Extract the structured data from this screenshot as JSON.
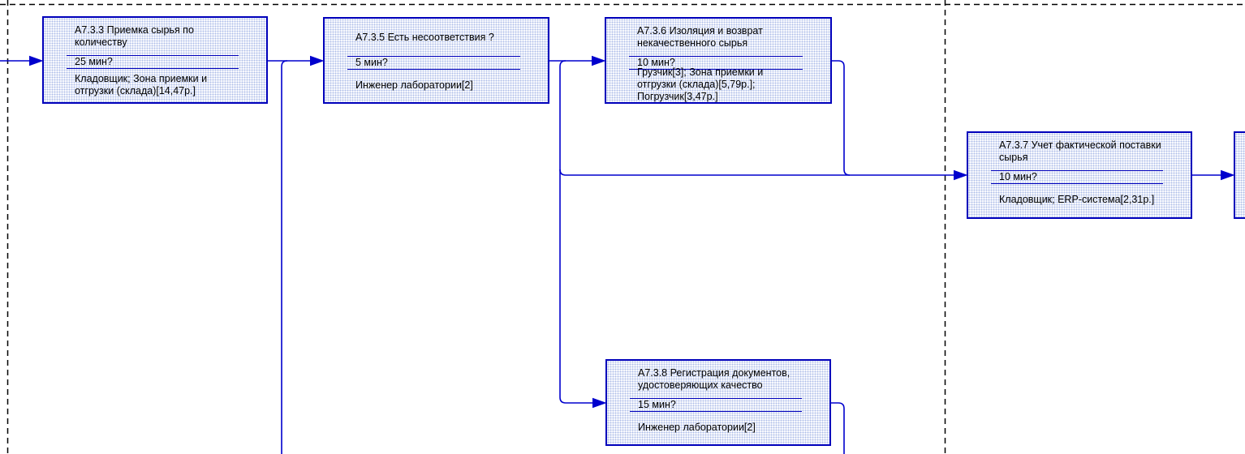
{
  "colors": {
    "box_border": "#0000bb",
    "connector": "#0000cd",
    "box_fill_dot": "#aebde8",
    "frame": "#000000",
    "text": "#000000"
  },
  "boxes": [
    {
      "title": "А7.3.3 Приемка сырья по\nколичеству",
      "duration": "25 мин?",
      "resources": "Кладовщик; Зона приемки и\nотгрузки (склада)[14,47р.]"
    },
    {
      "title": "А7.3.5 Есть несоответствия ?",
      "duration": "5 мин?",
      "resources": "Инженер лаборатории[2]"
    },
    {
      "title": "А7.3.6 Изоляция и возврат\nнекачественного сырья",
      "duration": "10 мин?",
      "resources": "Грузчик[3]; Зона приемки и\nотгрузки (склада)[5,79р.];\nПогрузчик[3,47р.]"
    },
    {
      "title": "А7.3.7 Учет фактической поставки\nсырья",
      "duration": "10 мин?",
      "resources": "Кладовщик; ERP-система[2,31р.]"
    },
    {
      "title": "А7.3.8 Регистрация документов,\nудостоверяющих качество",
      "duration": "15 мин?",
      "resources": "Инженер лаборатории[2]"
    }
  ]
}
